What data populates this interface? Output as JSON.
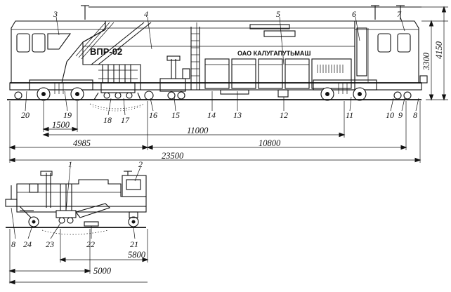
{
  "machine": {
    "model_label": "ВПР-02",
    "maker_label": "ОАО КАЛУГАПУТЬМАШ"
  },
  "callouts": {
    "n1": "1",
    "n2": "2",
    "n3": "3",
    "n4": "4",
    "n5": "5",
    "n6": "6",
    "n7": "7",
    "n8": "8",
    "n8b": "8",
    "n9": "9",
    "n10": "10",
    "n11": "11",
    "n12": "12",
    "n13": "13",
    "n14": "14",
    "n15": "15",
    "n16": "16",
    "n17": "17",
    "n18": "18",
    "n19": "19",
    "n20": "20",
    "n21": "21",
    "n22": "22",
    "n23": "23",
    "n24": "24"
  },
  "dimensions": {
    "d4150": "4150",
    "d3300": "3300",
    "d1500": "1500",
    "d11000": "11000",
    "d4985": "4985",
    "d10800": "10800",
    "d23500": "23500",
    "d5800": "5800",
    "d5000": "5000"
  }
}
